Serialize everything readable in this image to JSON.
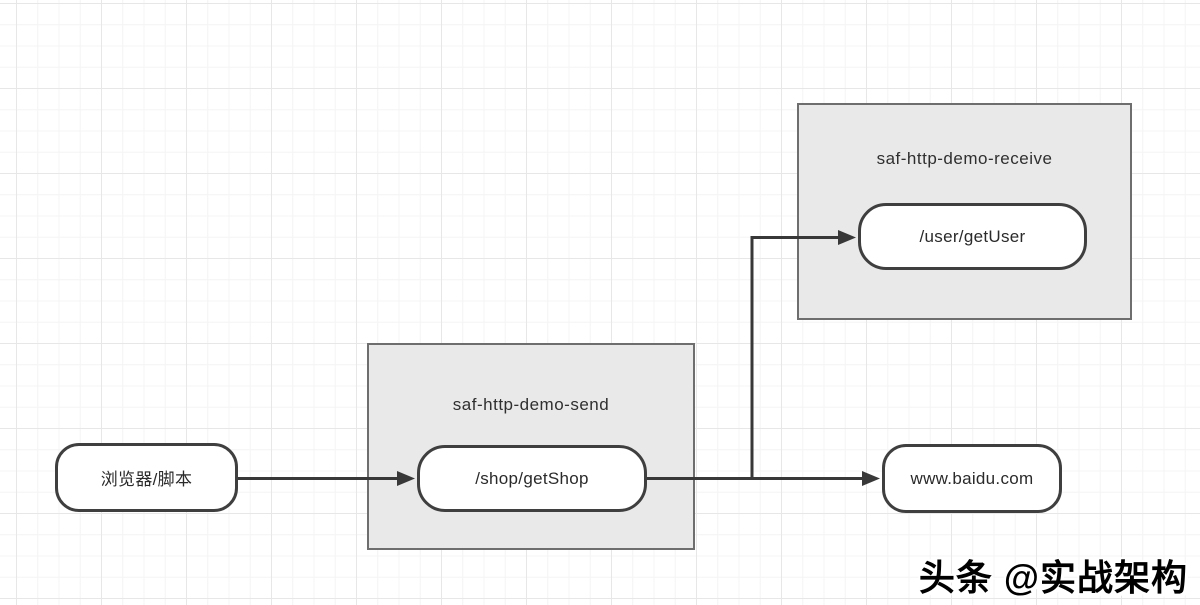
{
  "diagram": {
    "containers": [
      {
        "id": "send",
        "label": "saf-http-demo-send"
      },
      {
        "id": "receive",
        "label": "saf-http-demo-receive"
      }
    ],
    "nodes": [
      {
        "id": "browser",
        "label": "浏览器/脚本"
      },
      {
        "id": "shop-endpoint",
        "label": "/shop/getShop"
      },
      {
        "id": "user-endpoint",
        "label": "/user/getUser"
      },
      {
        "id": "baidu",
        "label": "www.baidu.com"
      }
    ],
    "edges": [
      {
        "from": "浏览器/脚本",
        "to": "/shop/getShop"
      },
      {
        "from": "/shop/getShop",
        "to": "/user/getUser"
      },
      {
        "from": "/shop/getShop",
        "to": "www.baidu.com"
      }
    ],
    "colors": {
      "container_fill": "#e9e9e9",
      "container_border": "#6e6e6e",
      "node_fill": "#ffffff",
      "node_border": "#3f3f3f",
      "edge": "#383838",
      "grid_minor": "#f4f4f4",
      "grid_major": "#e7e7e7",
      "background": "#ffffff"
    }
  },
  "watermark": {
    "text": "头条 @实战架构"
  }
}
